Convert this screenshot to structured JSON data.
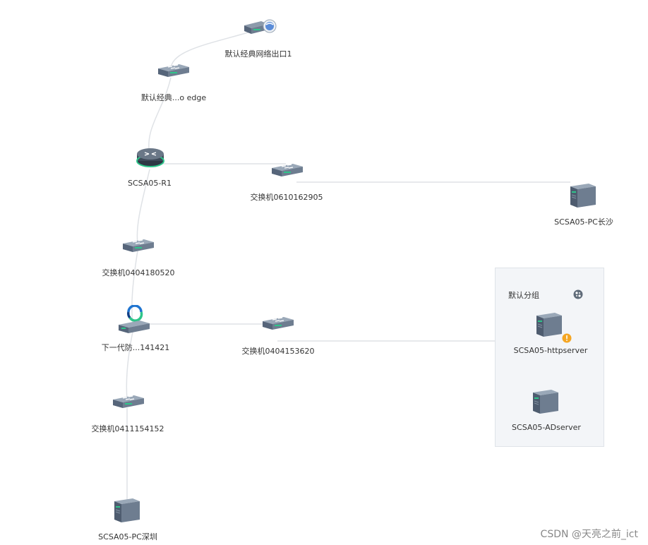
{
  "diagram": {
    "nodes": {
      "internet_exit": {
        "label": "默认经典网络出口1",
        "icon": "internet-gateway-icon"
      },
      "edge_switch": {
        "label": "默认经典...o edge",
        "icon": "switch-icon"
      },
      "router_r1": {
        "label": "SCSA05-R1",
        "icon": "router-icon"
      },
      "switch_0610": {
        "label": "交换机0610162905",
        "icon": "switch-icon"
      },
      "pc_changsha": {
        "label": "SCSA05-PC长沙",
        "icon": "server-icon"
      },
      "switch_0404180520": {
        "label": "交换机0404180520",
        "icon": "switch-icon"
      },
      "ngfw": {
        "label": "下一代防...141421",
        "icon": "firewall-icon"
      },
      "switch_0404153620": {
        "label": "交换机0404153620",
        "icon": "switch-icon"
      },
      "switch_0411": {
        "label": "交换机0411154152",
        "icon": "switch-icon"
      },
      "pc_shenzhen": {
        "label": "SCSA05-PC深圳",
        "icon": "server-icon"
      },
      "httpserver": {
        "label": "SCSA05-httpserver",
        "icon": "server-icon",
        "badge": "warning-icon"
      },
      "adserver": {
        "label": "SCSA05-ADserver",
        "icon": "server-icon"
      }
    },
    "group": {
      "title": "默认分组",
      "icon": "group-toggle-icon"
    },
    "edges": [
      [
        "internet_exit",
        "edge_switch"
      ],
      [
        "edge_switch",
        "router_r1"
      ],
      [
        "router_r1",
        "switch_0610"
      ],
      [
        "switch_0610",
        "pc_changsha"
      ],
      [
        "router_r1",
        "switch_0404180520"
      ],
      [
        "switch_0404180520",
        "ngfw"
      ],
      [
        "ngfw",
        "switch_0404153620"
      ],
      [
        "switch_0404153620",
        "group"
      ],
      [
        "ngfw",
        "switch_0411"
      ],
      [
        "switch_0411",
        "pc_shenzhen"
      ]
    ],
    "colors": {
      "line": "#d9dde2",
      "device": "#5b6b7e",
      "accent": "#2ec58a",
      "warning": "#f5a623"
    }
  },
  "watermark": "CSDN @天亮之前_ict"
}
